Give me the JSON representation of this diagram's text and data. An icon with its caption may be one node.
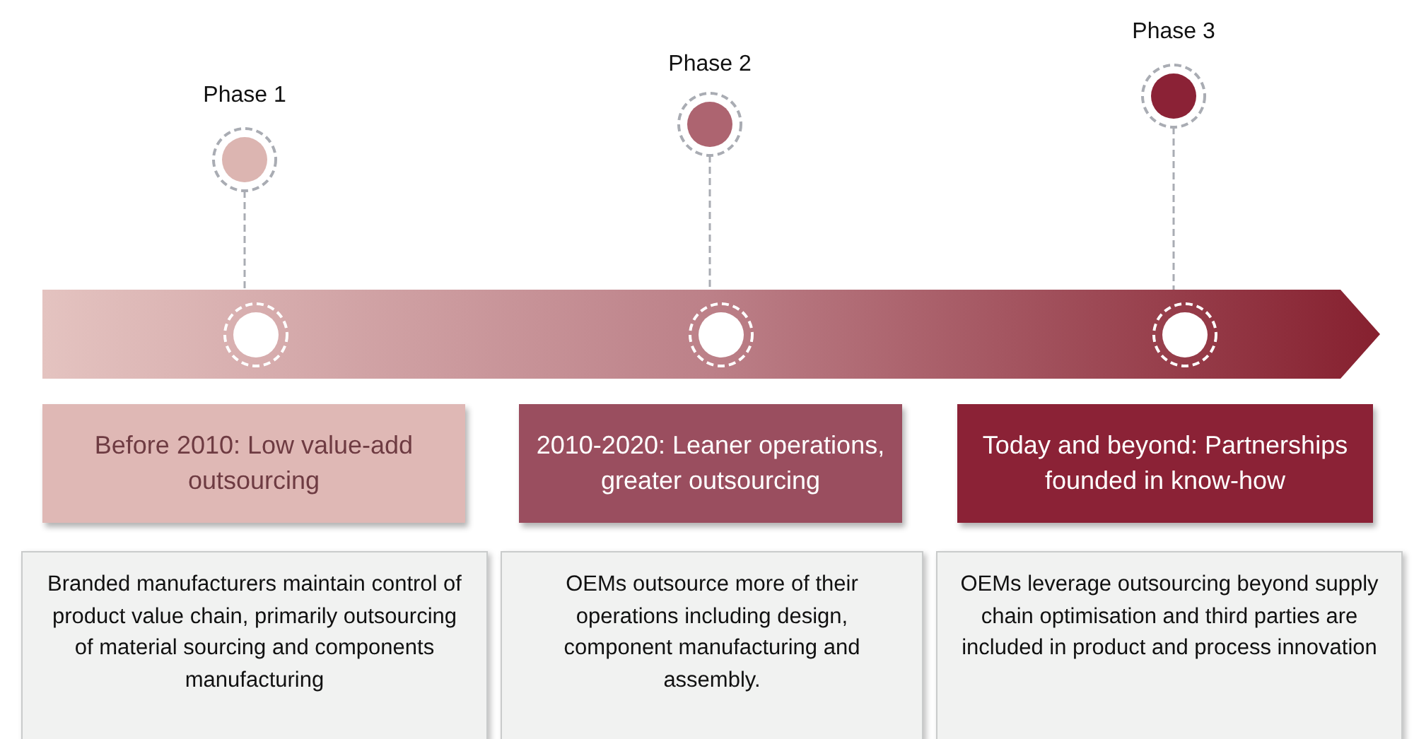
{
  "diagram": {
    "nodes": [
      {
        "text": [],
        "shape": "arrow"
      },
      {
        "text": [
          "Phase 1"
        ]
      },
      {
        "text": [
          "Phase 2"
        ]
      },
      {
        "text": [
          "Phase 3"
        ]
      },
      {
        "text": [],
        "shape": "circle",
        "in": 0
      },
      {
        "text": [],
        "shape": "circle",
        "in": 0
      },
      {
        "text": [],
        "shape": "circle",
        "in": 0
      },
      {
        "text": [
          "Before 2010: Low value-add outsourcing"
        ]
      },
      {
        "text": [
          "2010-2020: Leaner operations, greater outsourcing"
        ]
      },
      {
        "text": [
          "Today and beyond: Partnerships founded in know-how"
        ]
      },
      {
        "text": [
          "Branded manufacturers maintain control of product value chain, primarily outsourcing of material sourcing and components manufacturing"
        ]
      },
      {
        "text": [
          "OEMs outsource more of their operations including design, component manufacturing and assembly."
        ]
      },
      {
        "text": [
          "OEMs leverage outsourcing beyond supply chain optimisation and third parties are included in product and process innovation"
        ]
      }
    ],
    "edges": [
      {
        "from": 1,
        "to": 4,
        "arrow": "none",
        "style": "dashed"
      },
      {
        "from": 2,
        "to": 5,
        "arrow": "none",
        "style": "dashed"
      },
      {
        "from": 3,
        "to": 6,
        "arrow": "none",
        "style": "dashed"
      }
    ]
  }
}
